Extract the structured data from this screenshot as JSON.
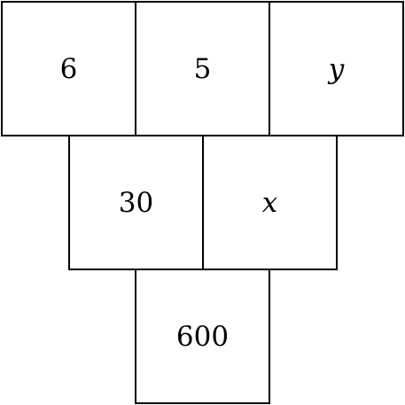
{
  "pyramid": {
    "top_row": [
      "6",
      "5",
      "y"
    ],
    "middle_row": [
      "30",
      "x"
    ],
    "bottom_row": [
      "600"
    ]
  }
}
